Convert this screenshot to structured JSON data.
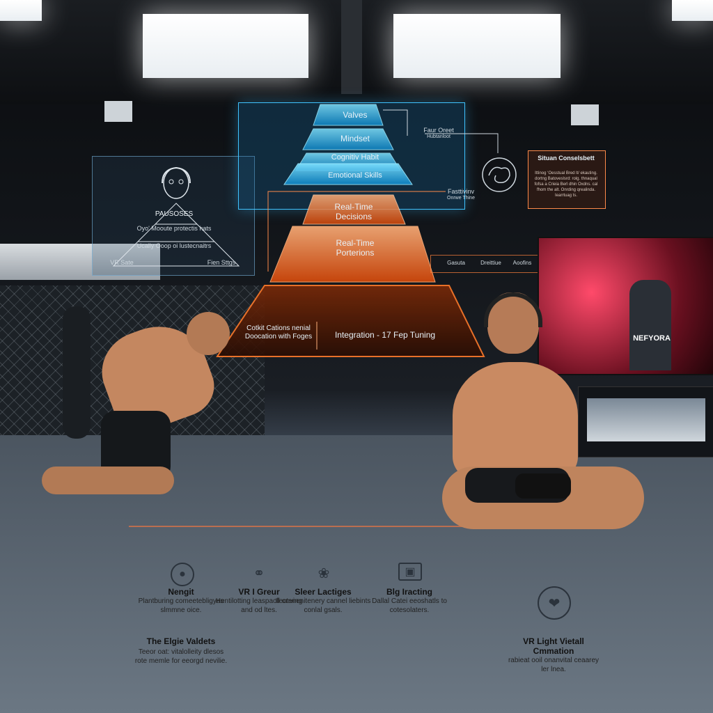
{
  "pyramid": {
    "tiers": [
      "Valves",
      "Mindset",
      "Cognitiv Habit",
      "Emotional Skills",
      "Real-Time Decisions",
      "Real-Time Porterions",
      "Integration - 17 Fep Tuning"
    ],
    "base_left_text": "Cotkit Cations nenial Doocation with Foges"
  },
  "left_panel": {
    "title": "PAUSOSES",
    "line1": "Oyo' Mooute protectis hats",
    "line2": "Ucally Ooop oi lustecnaitrs",
    "foot_left": "VR Sate",
    "foot_right": "Fien Sttgs"
  },
  "right_labels": {
    "top_label": "Faur Oreet",
    "top_sub": "Hubtanloot",
    "mid_label": "Fasttivinv",
    "mid_sub": "Onrwe Thine",
    "box_title": "Situan Conselsbett",
    "box_body": "Ittinog ‘Oesstual Bred lt/ ekauting. dortng Batoveslsrd: rolg. thnaqual fofsa a Crieia Berl dhin Oxdns. cal fhom the alt. Onrding qrealinda. Iearrtuag ts."
  },
  "timeline": {
    "items": [
      "Gasuta",
      "Dreittiue",
      "Aoofins"
    ]
  },
  "screen": {
    "shirt": "NEFYORA"
  },
  "features": [
    {
      "title": "Nengit",
      "body": "Plantburing comeetebligyas slmmne oice."
    },
    {
      "title": "VR I Greur",
      "body": "Hentilotting leaspaoll onving and od ltes."
    },
    {
      "title": "Sleer Lactiges",
      "body": "Ilectenenitenery cannel liebints conlal gsals."
    },
    {
      "title": "Blg Iracting",
      "body": "Dallal Catei eeoshatls to cotesolaters."
    }
  ],
  "bottom_left": {
    "title": "The Elgie Valdets",
    "body": "Teeor oat: vitalolleity dlesos rote memle for eeorgd nevilie."
  },
  "bottom_right": {
    "title": "VR Light Vietall Cmmation",
    "body": "rabieat ooil onanvital ceaarey ler lnea."
  },
  "colors": {
    "cyan": "#3fc3ff",
    "orange": "#ff6a1a",
    "floor": "#5e6a76"
  }
}
